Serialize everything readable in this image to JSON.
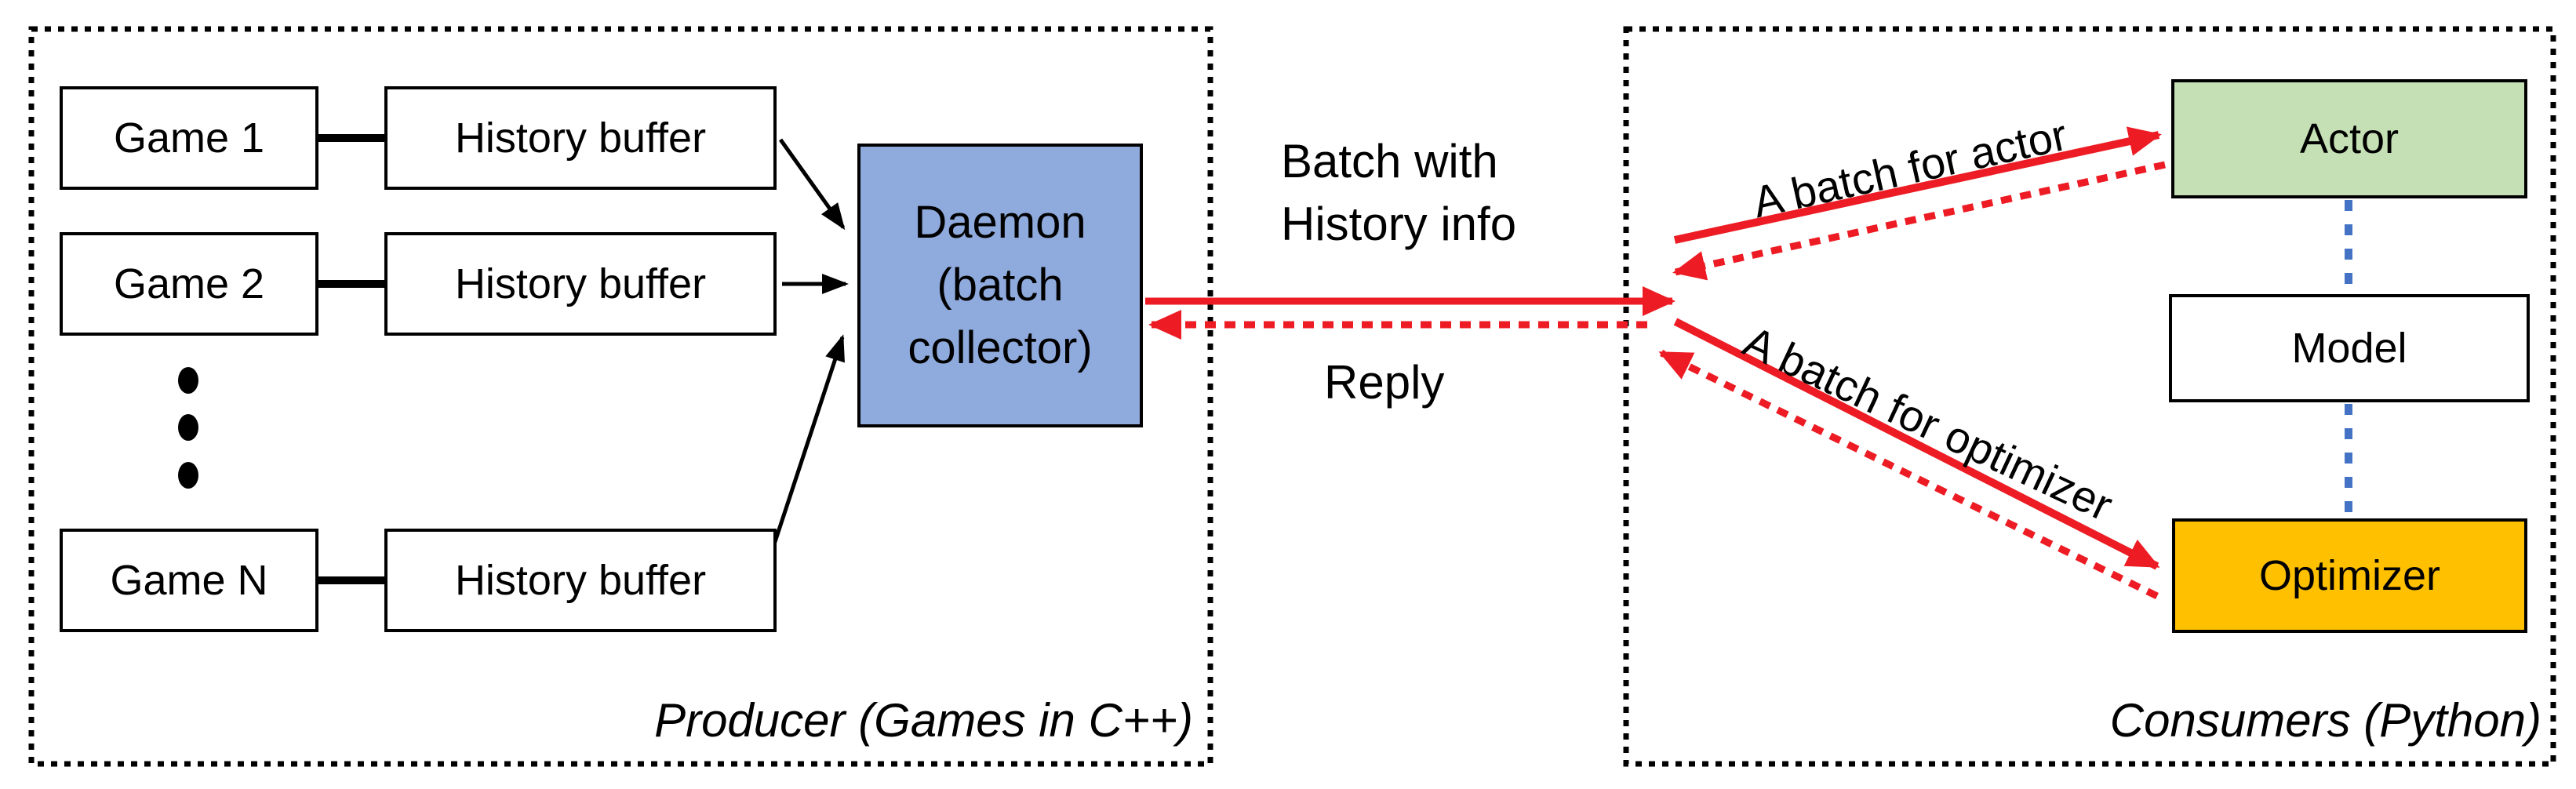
{
  "producer": {
    "title": "Producer (Games in C++)",
    "rows": [
      {
        "game": "Game 1",
        "buffer": "History buffer"
      },
      {
        "game": "Game 2",
        "buffer": "History buffer"
      },
      {
        "game": "Game N",
        "buffer": "History buffer"
      }
    ],
    "daemon_lines": [
      "Daemon",
      "(batch",
      "collector)"
    ]
  },
  "channel": {
    "request_line1": "Batch with",
    "request_line2": "History info",
    "reply_label": "Reply"
  },
  "consumers": {
    "title": "Consumers (Python)",
    "actor_label": "Actor",
    "model_label": "Model",
    "optimizer_label": "Optimizer",
    "actor_link_label": "A batch for actor",
    "optimizer_link_label": "A batch for optimizer"
  },
  "colors": {
    "daemon_fill": "#8FAADC",
    "actor_fill": "#C5E0B4",
    "optimizer_fill": "#FFC000",
    "arrow_red": "#ED1C24",
    "model_link_blue": "#4472C4",
    "line_black": "#000000"
  }
}
